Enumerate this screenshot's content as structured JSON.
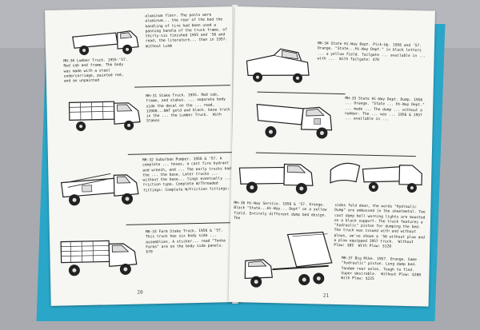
{
  "booklet": {
    "left_page": {
      "page_number": "20",
      "entries": [
        {
          "id": "mh30",
          "text": "MH-30 Lumber Truck. 1955-'57. Red cab and frame. The body was made with a steel undercarriage, painted red, and an unpainted"
        },
        {
          "id": "mh30cont",
          "text": "aluminum floor. The posts were aluminum... the rear of the bed the handling of tire had been used a panning handle of the truck frame. of thirty-six finished 1955 and '56 and read, the literature... than in 1957.  Without Lumb"
        },
        {
          "id": "mh31",
          "text": "MH-31 Stake Truck. 1955. Red cab, frame, and stakes. ... separate body side the decal on the ... read, 12000...NAT gold and black. base truck in the ... the Lumber Truck.  With Stakes"
        },
        {
          "id": "mh32",
          "text": "MH-32 Suburban Pumper. 1956 & '57. A complete ... hoses, a cast fire hydrant and wrench, and ... The early trucks had the ... the base. Later trucks ... without the base... tings eventually ... friction type. Complete W/Threaded fittings: Complete W/Friction fittings:"
        },
        {
          "id": "mh33",
          "text": "MH-33 Farm Stake Truck. 1956 & '57. This truck has six body side ... assemblies. A sticker... read \"Tonka Farms\" are on the body side panels.  $70"
        }
      ]
    },
    "right_page": {
      "page_number": "21",
      "entries": [
        {
          "id": "mh34",
          "text": "MH-34 State Hi-Way Dept. Pick-Up. 1956 and '57. Orange. \"State...Hi-Way Dept.\" in black letters ... a yellow field. Tailgate ... available in ... with ...  With Tailgate: $70"
        },
        {
          "id": "mh35",
          "text": "MH-35 State Hi-Way Dept. Dump. 1956 ... Orange. \"State ... Hi-Way Dept.\" ... made ... The dump ... without a number. The ... was ... 1956 & 1957 ... available in ..."
        },
        {
          "id": "mh36",
          "text": "MH-36 Hi-Way Service. 1956 & '57. Orange. Black \"State...Hi-Way... Dept\" on a yellow field. Entirely different dump bed design. The"
        },
        {
          "id": "mh36cont",
          "text": "sides fold down, the words \"Hydraulic Dump\" are embossed in the sheetmetal. Two cast dump bell warning lights are mounted on a black support. The truck features a \"hydraulic\" piston for dumping the bed. The truck was issued with and without plows, we've shown a '56 without plow and a plow equipped 1957 truck.  Without Plow: $85  With Plow: $120"
        },
        {
          "id": "mh37",
          "text": "MH-37 Big Mike. 1957. Orange. Same \"hydraulic\" piston. Long dump bed. Tandem rear axles. Tough to find. Super desirable.  Without Plow: $200  With Plow: $225"
        }
      ]
    }
  }
}
